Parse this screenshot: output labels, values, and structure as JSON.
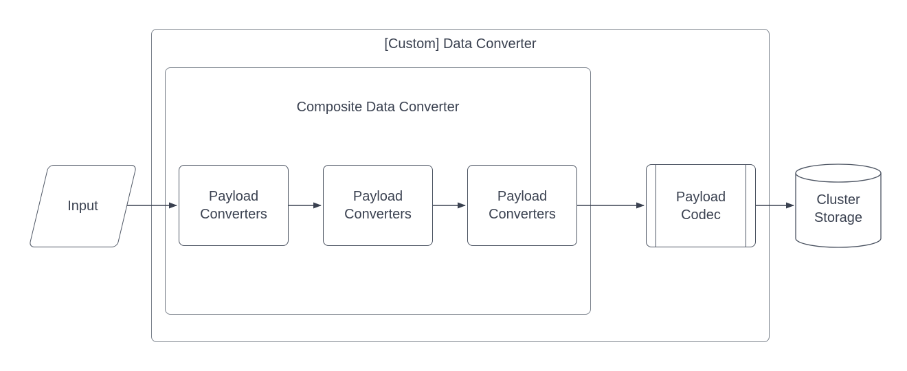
{
  "diagram": {
    "title": "[Custom] Data Converter",
    "outer_container": {
      "title": "[Custom] Data Converter"
    },
    "inner_container": {
      "title": "Composite Data Converter"
    },
    "input_node": {
      "label": "Input",
      "shape": "parallelogram"
    },
    "converters": [
      {
        "label": "Payload Converters",
        "shape": "rounded-rectangle"
      },
      {
        "label": "Payload Converters",
        "shape": "rounded-rectangle"
      },
      {
        "label": "Payload Converters",
        "shape": "rounded-rectangle"
      }
    ],
    "codec_node": {
      "label": "Payload Codec",
      "shape": "predefined-process"
    },
    "storage_node": {
      "label": "Cluster Storage",
      "shape": "cylinder"
    },
    "flow": [
      "Input",
      "Payload Converters",
      "Payload Converters",
      "Payload Converters",
      "Payload Codec",
      "Cluster Storage"
    ],
    "colors": {
      "background": "#ffffff",
      "node_stroke": "#4a5260",
      "container_stroke": "#7b828c",
      "arrow": "#3a4150",
      "text": "#3a4150"
    }
  }
}
